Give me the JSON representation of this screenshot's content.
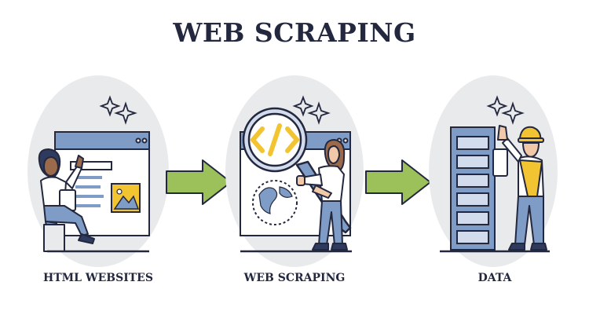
{
  "title": "WEB SCRAPING",
  "steps": [
    {
      "label": "HTML WEBSITES",
      "icon": "browser-with-person-icon"
    },
    {
      "label": "WEB SCRAPING",
      "icon": "magnifier-code-globe-icon"
    },
    {
      "label": "DATA",
      "icon": "server-rack-with-worker-icon"
    }
  ],
  "arrows": [
    "arrow-right-icon",
    "arrow-right-icon"
  ],
  "colors": {
    "ink": "#23283f",
    "arrow": "#9cc15a",
    "blob": "#e9eaec",
    "frame": "#7f9cc6",
    "panel": "#d3dcec",
    "accent": "#f3c431",
    "skin_dark": "#9a6a4a",
    "skin_light": "#f2c9a8"
  }
}
